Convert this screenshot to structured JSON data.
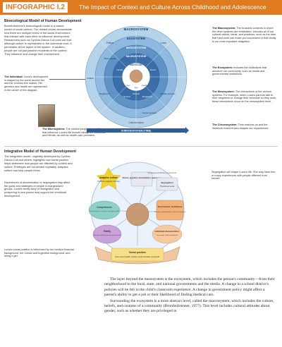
{
  "header": {
    "tag": "INFOGRAPHIC I.2",
    "title": "The Impact of Context and Culture Across Childhood and Adolescence"
  },
  "section1": {
    "title": "Bioecological Model of Human Development",
    "body": "Bronfenbrenner's bioecological model is a classic model of social context. The nested circles demonstrate how there are multiple levels of the social environment that interact with each other to influence development. Researchers such as Cynthia García Coll point out that although culture is represented in the outermost level, it permeates all the layers of the system. In addition, people are not just passive recipients of the context: They influence and change their environment."
  },
  "notes_left": {
    "individual": {
      "title": "The Individual:",
      "text": "Lucia's development is shaped by the world around her and the choices she makes. Her genetics and health are represented in the center of the diagram."
    },
    "microsystem": {
      "title": "The Microsystem:",
      "text": "The closest people and institutions that influence Lucia's life include family, her preschool and friends, as well as health care providers."
    }
  },
  "notes_right": {
    "macrosystem": {
      "title": "The Macrosystem:",
      "text": "The broadest contexts in which the other systems are embedded. Includes all of our cultural values, ideas, and practices, such as the idea that hard work can make you successful or that family is our most important obligation."
    },
    "exosystem": {
      "title": "The Exosystem:",
      "text": "Includes the institutions that structure our community, such as media and governmental institutions."
    },
    "mesosystem": {
      "title": "The Mesosystem:",
      "text": "The interactions of the various systems. For example, when Lucia's parents talk to their neighbors or change their schedule so they work, these interactions occur on the mesosystem level."
    },
    "chronosystem": {
      "title": "The Chronosystem:",
      "text": "Time matures us and the historical moment also shapes our experiences."
    }
  },
  "diagram1": {
    "rings": [
      "MACROSYSTEM",
      "EXOSYSTEM",
      "MESOSYSTEM",
      "MICROSYSTEM",
      "INDIVIDUAL"
    ],
    "chrono_label": "CHRONOSYSTEM (TIME)",
    "center_labels": [
      "Sex",
      "Age",
      "Health"
    ],
    "micro_items": [
      "Family",
      "Peers",
      "School",
      "Neighbors",
      "Church"
    ],
    "exo_items": [
      "Mass media",
      "Social services",
      "Health services",
      "Neighbors"
    ],
    "macro_items": [
      "Politics",
      "Laws",
      "Culture",
      "Cultural values"
    ],
    "colors": {
      "macro": "#b7d3ea",
      "exo": "#8fb9df",
      "meso": "#5f93c6",
      "micro": "#3b6ea8",
      "center": "#ffffff",
      "chrono": "#2f5d94"
    }
  },
  "section2": {
    "title": "Integrative Model of Human Development",
    "body": "The integrative model, originally developed by Cynthia García Coll and others, highlights how social position helps determine how people are affected by context and culture: Privileges are not divided equitably. Adaptive culture can help people thrive."
  },
  "notes2_left": {
    "discrimination": {
      "text": "Experiences of discrimination or segregation may affect the goals and strategies of people in marginalized groups. Lucia's family story of immigration and prospering in new places may support her emotional development."
    },
    "social_position": {
      "text": "Lucia's social position is influenced by her family's financial background, her Cuban and Argentine background, and being a girl."
    }
  },
  "notes2_right": {
    "segregation": {
      "text": "Segregation will shape Lucia's life. She may have few or many experiences with people different from herself."
    }
  },
  "diagram2": {
    "adaptive": {
      "title": "Adaptive culture",
      "sub": "Traditions, legacies, histories"
    },
    "racism": {
      "title": "Racism, prejudice, discrimination, oppression"
    },
    "segregation": {
      "title": "Segregation",
      "sub": "Physical and social"
    },
    "barriers": "Promoting and inhibiting environments",
    "competencies": {
      "title": "Competencies",
      "sub": "Communicative, cognitive, and coping skills"
    },
    "environment": {
      "title": "Environment, institutions",
      "sub": "Schools, neighborhoods, health care systems"
    },
    "family": {
      "title": "Family",
      "sub": "Structure, beliefs, socioeconomic status"
    },
    "individual": {
      "title": "Individual characteristics",
      "sub": "Personality, health and physical"
    },
    "social_position": {
      "title": "Social position",
      "sub": "Race, level of wealth, ethnicity, sexual orientation, and gender"
    },
    "colors": {
      "adaptive": "#f2d22e",
      "racism": "#e8e8f0",
      "segregation": "#e8e8f0",
      "competencies": "#8fd0c6",
      "environment": "#f1b27a",
      "family": "#c8a2d8",
      "individual": "#f6c9a0",
      "social": "#f6df86",
      "globe": "#eaf3fb"
    }
  },
  "prose": {
    "p1": "The layer beyond the mesosystem is the exosystem, which includes the person's community—from their neighborhood to the local, state, and national governments and the media. A change in a school district's policies will be felt in the child's classroom experience. A change in government policy might affect a parent's ability to get a job or their likelihood of finding medical care.",
    "p2": "Surrounding the exosystem is a more abstract level, called the macrosystem, which includes the culture, beliefs, and customs of a community (Bronfenbrenner, 1977). This level includes cultural attitudes about gender, such as whether they are privileged in"
  }
}
